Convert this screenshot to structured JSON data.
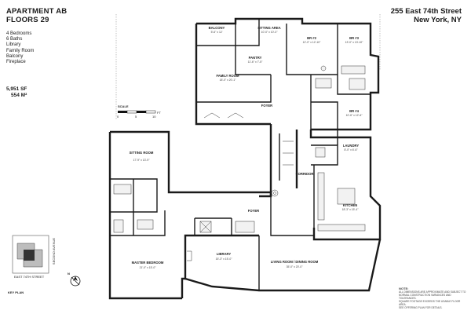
{
  "header": {
    "title_line1": "APARTMENT AB",
    "title_line2": "FLOORS 29",
    "features": [
      "4 Bedrooms",
      "6 Baths",
      "Library",
      "Family Room",
      "Balcony",
      "Fireplace"
    ],
    "area_sf": "5,951 SF",
    "area_m2": "554 M²"
  },
  "address": {
    "street": "255 East 74th Street",
    "city": "New York, NY"
  },
  "rooms": {
    "balcony": {
      "name": "BALCONY",
      "dim": "5'-6\" x 12'"
    },
    "sitting_area": {
      "name": "SITTING AREA",
      "dim": "10'-0\" x 10'-0\""
    },
    "br2": {
      "name": "BR #2",
      "dim": "12'-0\" x 12'-10\""
    },
    "br3": {
      "name": "BR #3",
      "dim": "13'-0\" x 13'-10\""
    },
    "pantry": {
      "name": "PANTRY",
      "dim": "11'-6\" x 7'-5\""
    },
    "family_room": {
      "name": "FAMILY ROOM",
      "dim": "18'-0\" x 20'-1\""
    },
    "foyer_upper": {
      "name": "FOYER"
    },
    "br4": {
      "name": "BR #4",
      "dim": "10'-6\" x 12'-6\""
    },
    "laundry": {
      "name": "LAUNDRY",
      "dim": "8'-0\" x 6'-6\""
    },
    "sitting_room": {
      "name": "SITTING ROOM",
      "dim": "17'-9\" x 13'-9\""
    },
    "corridor": {
      "name": "CORRIDOR"
    },
    "kitchen": {
      "name": "KITCHEN",
      "dim": "18'-3\" x 15'-4\""
    },
    "foyer": {
      "name": "FOYER"
    },
    "master_bedroom": {
      "name": "MASTER BEDROOM",
      "dim": "21'-0\" x 15'-0\""
    },
    "library": {
      "name": "LIBRARY",
      "dim": "15'-3\" x 15'-0\""
    },
    "living_dining": {
      "name": "LIVING ROOM / DINING ROOM",
      "dim": "35'-0\" x 20'-0\""
    }
  },
  "scale": {
    "label": "SCALE",
    "ticks": [
      "0",
      "5",
      "10"
    ],
    "unit": "FT"
  },
  "keyplan": {
    "label": "KEY PLAN",
    "street_bottom": "EAST 74TH STREET",
    "street_side": "SECOND AVENUE"
  },
  "compass": {
    "label": "N"
  },
  "notes": {
    "heading": "NOTE:",
    "lines": [
      "ALL DIMENSIONS ARE APPROXIMATE AND SUBJECT TO",
      "NORMAL CONSTRUCTION VARIANCES AND TOLERANCES.",
      "SQUARE FOOTAGE EXCEEDS THE USABLE FLOOR AREA.",
      "SEE OFFERING PLAN FOR DETAILS."
    ]
  }
}
